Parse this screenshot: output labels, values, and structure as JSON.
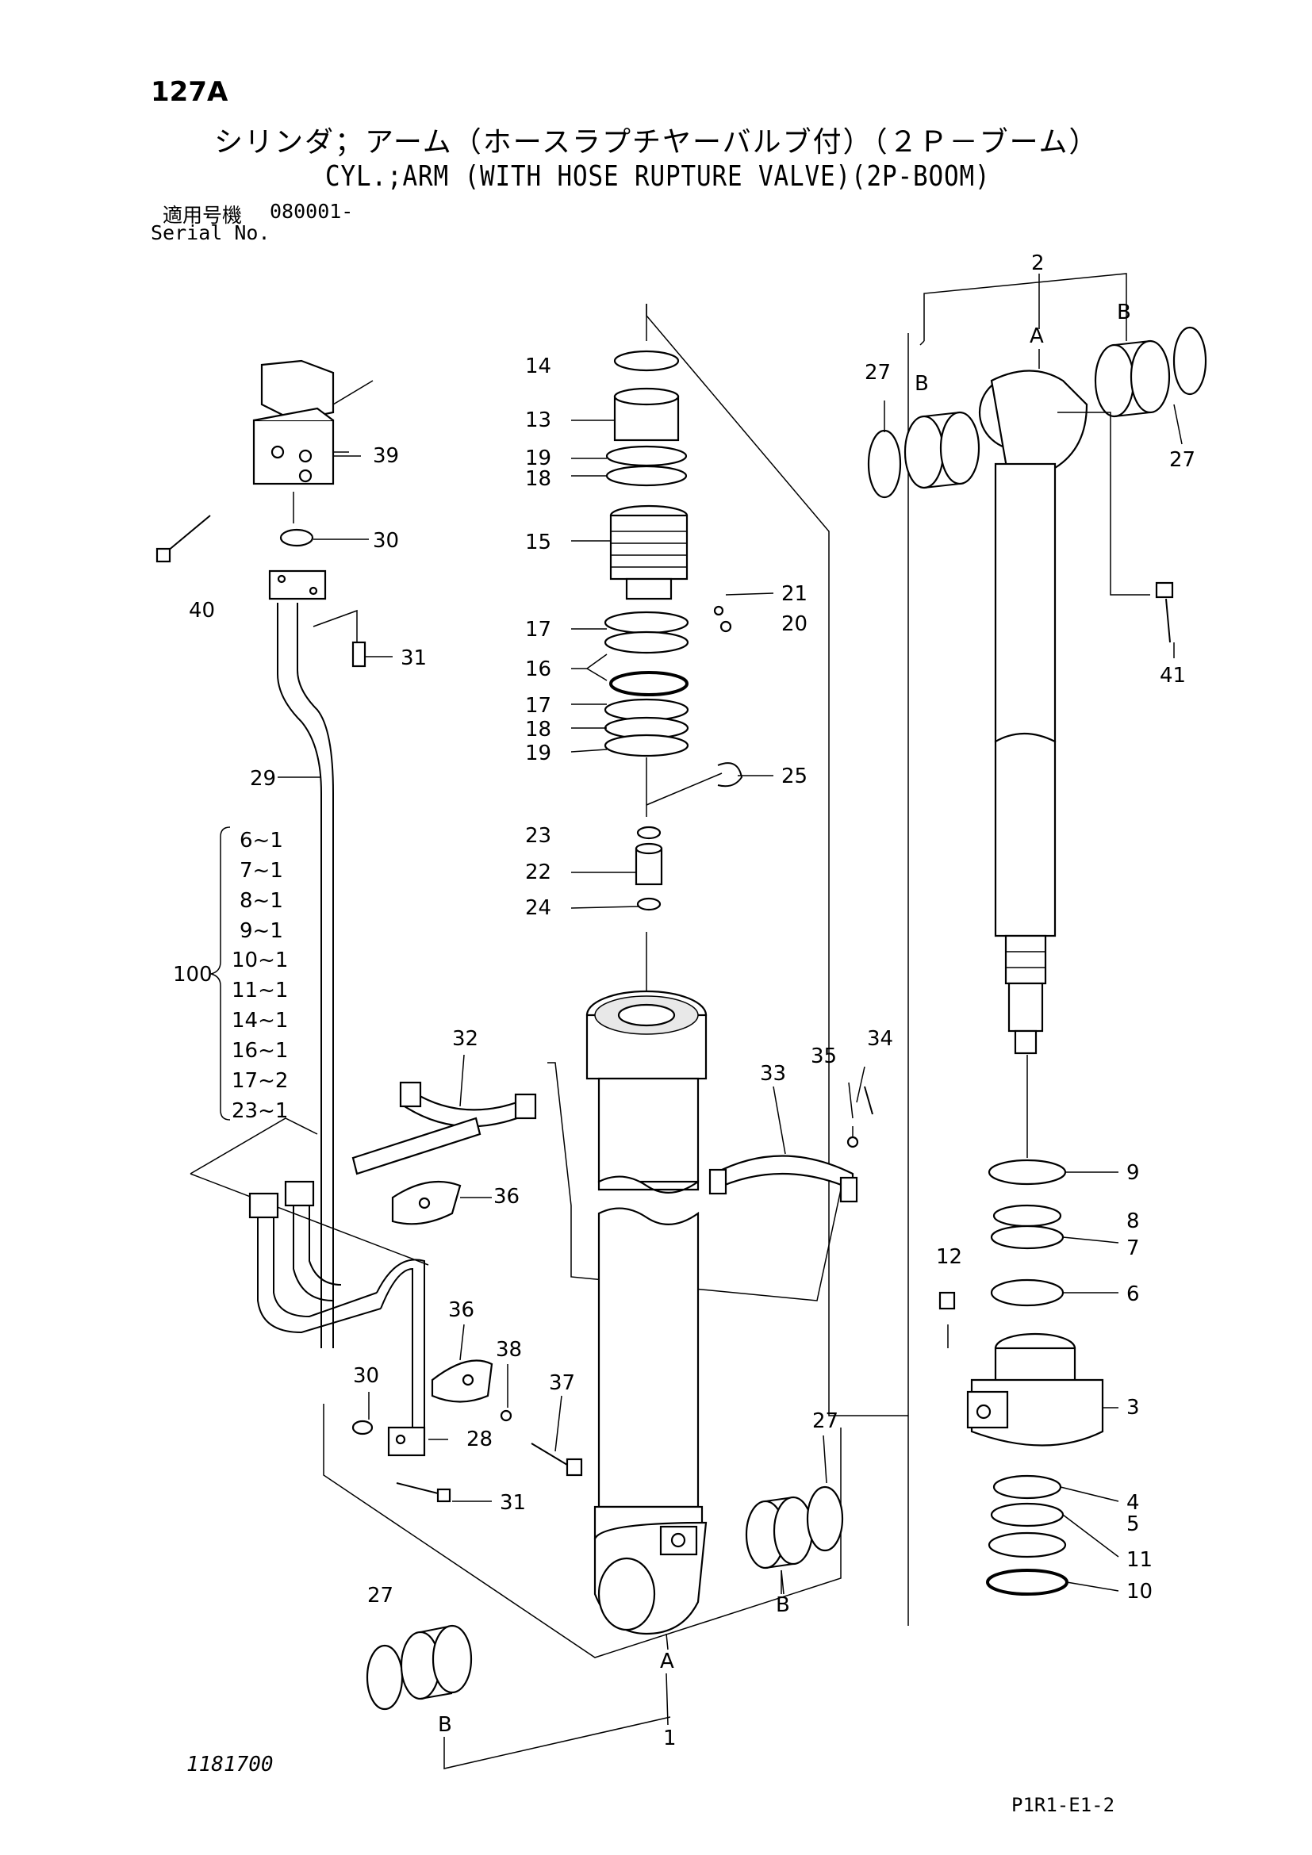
{
  "header": {
    "page_no": "127A",
    "title_jp": "シリンダ；アーム（ホースラプチヤーバルブ付）（２Ｐ－ブーム）",
    "title_en": "CYL.;ARM (WITH HOSE RUPTURE VALVE)(2P-BOOM)",
    "serial_label_jp": "適用号機",
    "serial_value": "080001-",
    "serial_label_en": "Serial No."
  },
  "footer": {
    "drawing_no": "1181700",
    "sheet_code": "P1R1-E1-2"
  },
  "callouts": [
    {
      "id": "c2",
      "text": "2"
    },
    {
      "id": "cA_top",
      "text": "A"
    },
    {
      "id": "cB_top_left",
      "text": "B"
    },
    {
      "id": "cB_top_right",
      "text": "B"
    },
    {
      "id": "c27a",
      "text": "27"
    },
    {
      "id": "c27b",
      "text": "27"
    },
    {
      "id": "c41",
      "text": "41"
    },
    {
      "id": "c14",
      "text": "14"
    },
    {
      "id": "c13",
      "text": "13"
    },
    {
      "id": "c19a",
      "text": "19"
    },
    {
      "id": "c18a",
      "text": "18"
    },
    {
      "id": "c15",
      "text": "15"
    },
    {
      "id": "c21",
      "text": "21"
    },
    {
      "id": "c20",
      "text": "20"
    },
    {
      "id": "c17a",
      "text": "17"
    },
    {
      "id": "c16",
      "text": "16"
    },
    {
      "id": "c17b",
      "text": "17"
    },
    {
      "id": "c18b",
      "text": "18"
    },
    {
      "id": "c19b",
      "text": "19"
    },
    {
      "id": "c25",
      "text": "25"
    },
    {
      "id": "c23",
      "text": "23"
    },
    {
      "id": "c22",
      "text": "22"
    },
    {
      "id": "c24",
      "text": "24"
    },
    {
      "id": "c39",
      "text": "39"
    },
    {
      "id": "c30a",
      "text": "30"
    },
    {
      "id": "c40",
      "text": "40"
    },
    {
      "id": "c31a",
      "text": "31"
    },
    {
      "id": "c29",
      "text": "29"
    },
    {
      "id": "c32",
      "text": "32"
    },
    {
      "id": "c33",
      "text": "33"
    },
    {
      "id": "c34",
      "text": "34"
    },
    {
      "id": "c35",
      "text": "35"
    },
    {
      "id": "c36a",
      "text": "36"
    },
    {
      "id": "c36b",
      "text": "36"
    },
    {
      "id": "c38",
      "text": "38"
    },
    {
      "id": "c37",
      "text": "37"
    },
    {
      "id": "c30b",
      "text": "30"
    },
    {
      "id": "c28",
      "text": "28"
    },
    {
      "id": "c31b",
      "text": "31"
    },
    {
      "id": "c27c",
      "text": "27"
    },
    {
      "id": "c27d",
      "text": "27"
    },
    {
      "id": "cB_bot_right",
      "text": "B"
    },
    {
      "id": "cA_bot",
      "text": "A"
    },
    {
      "id": "cB_bot_left",
      "text": "B"
    },
    {
      "id": "c1",
      "text": "1"
    },
    {
      "id": "c9",
      "text": "9"
    },
    {
      "id": "c8",
      "text": "8"
    },
    {
      "id": "c7",
      "text": "7"
    },
    {
      "id": "c12",
      "text": "12"
    },
    {
      "id": "c6",
      "text": "6"
    },
    {
      "id": "c3",
      "text": "3"
    },
    {
      "id": "c4",
      "text": "4"
    },
    {
      "id": "c5",
      "text": "5"
    },
    {
      "id": "c11",
      "text": "11"
    },
    {
      "id": "c10",
      "text": "10"
    }
  ],
  "kit": {
    "number": "100",
    "items": [
      "6~1",
      "7~1",
      "8~1",
      "9~1",
      "10~1",
      "11~1",
      "14~1",
      "16~1",
      "17~2",
      "23~1"
    ]
  }
}
